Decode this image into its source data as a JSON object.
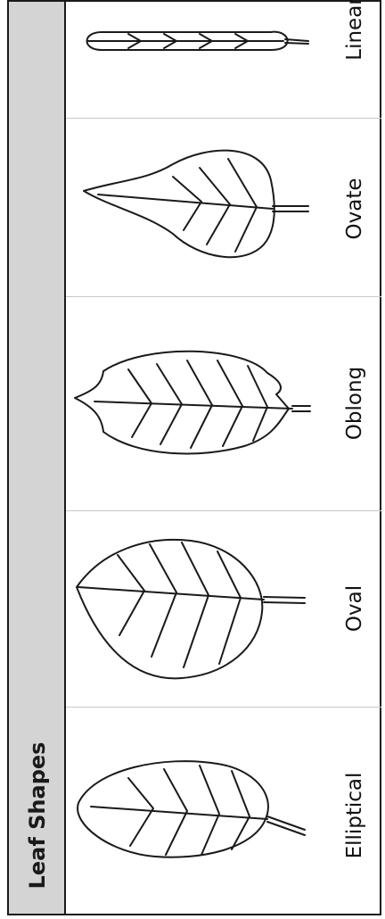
{
  "title": "Leaf Shapes",
  "leaves": [
    {
      "label": "Linear",
      "icon": "linear-leaf-icon"
    },
    {
      "label": "Ovate",
      "icon": "ovate-leaf-icon"
    },
    {
      "label": "Oblong",
      "icon": "oblong-leaf-icon"
    },
    {
      "label": "Oval",
      "icon": "oval-leaf-icon"
    },
    {
      "label": "Elliptical",
      "icon": "elliptical-leaf-icon"
    }
  ],
  "colors": {
    "header_background": "#d4d4d4",
    "border": "#1a1a1a"
  }
}
